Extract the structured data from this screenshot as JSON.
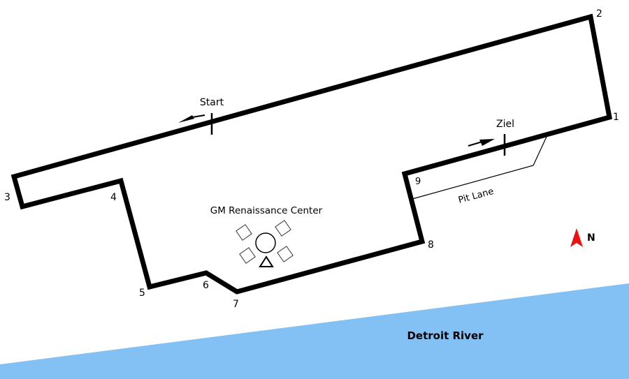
{
  "map": {
    "track_labels": {
      "start": "Start",
      "finish": "Ziel",
      "pit_lane": "Pit Lane"
    },
    "corners": [
      "1",
      "2",
      "3",
      "4",
      "5",
      "6",
      "7",
      "8",
      "9"
    ],
    "landmark": "GM Renaissance Center",
    "river": "Detroit River",
    "north": "N",
    "colors": {
      "track": "#000000",
      "river": "#83c1f4",
      "north_arrow": "#ee1111",
      "background": "#ffffff"
    }
  }
}
